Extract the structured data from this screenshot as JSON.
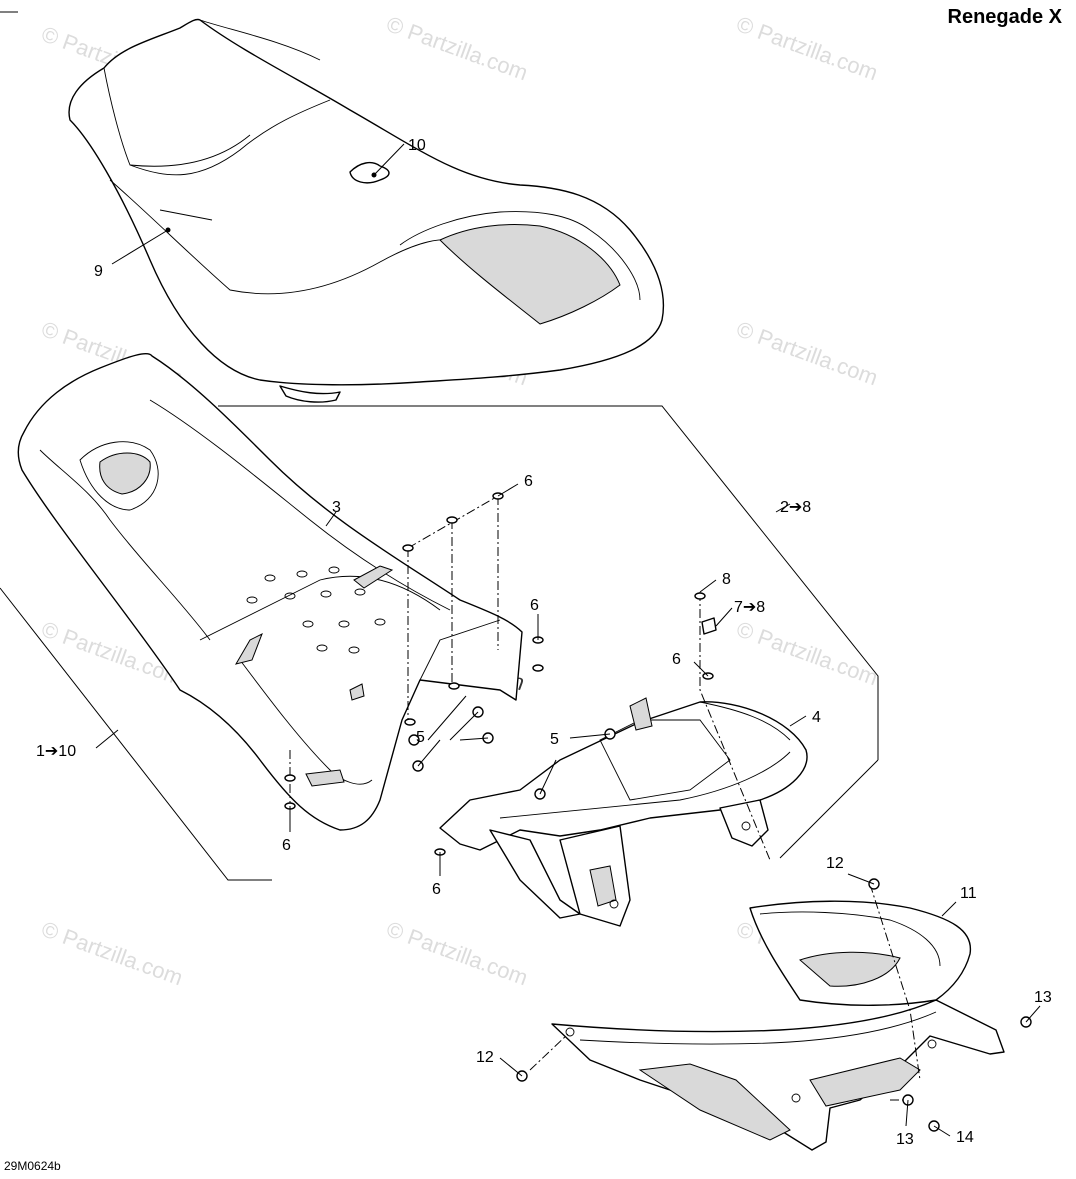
{
  "title": "Renegade X",
  "diagram_ref": "29M0624b",
  "watermark": "© Partzilla.com",
  "callouts": [
    {
      "id": "c10-seat-emblem",
      "text": "10"
    },
    {
      "id": "c9-seat",
      "text": "9"
    },
    {
      "id": "c3-pan",
      "text": "3"
    },
    {
      "id": "c6-top",
      "text": "6"
    },
    {
      "id": "c2to8",
      "text": "2➔8"
    },
    {
      "id": "c8",
      "text": "8"
    },
    {
      "id": "c7to8",
      "text": "7➔8"
    },
    {
      "id": "c6-right-upper",
      "text": "6"
    },
    {
      "id": "c6-mid",
      "text": "6"
    },
    {
      "id": "c4-bracket",
      "text": "4"
    },
    {
      "id": "c5-left",
      "text": "5"
    },
    {
      "id": "c5-right",
      "text": "5"
    },
    {
      "id": "c1to10",
      "text": "1➔10"
    },
    {
      "id": "c6-bottom-left",
      "text": "6"
    },
    {
      "id": "c6-bottom-center",
      "text": "6"
    },
    {
      "id": "c12-top",
      "text": "12"
    },
    {
      "id": "c11-cover",
      "text": "11"
    },
    {
      "id": "c13-right",
      "text": "13"
    },
    {
      "id": "c12-bottom",
      "text": "12"
    },
    {
      "id": "c14",
      "text": "14"
    },
    {
      "id": "c13-bottom",
      "text": "13"
    }
  ]
}
